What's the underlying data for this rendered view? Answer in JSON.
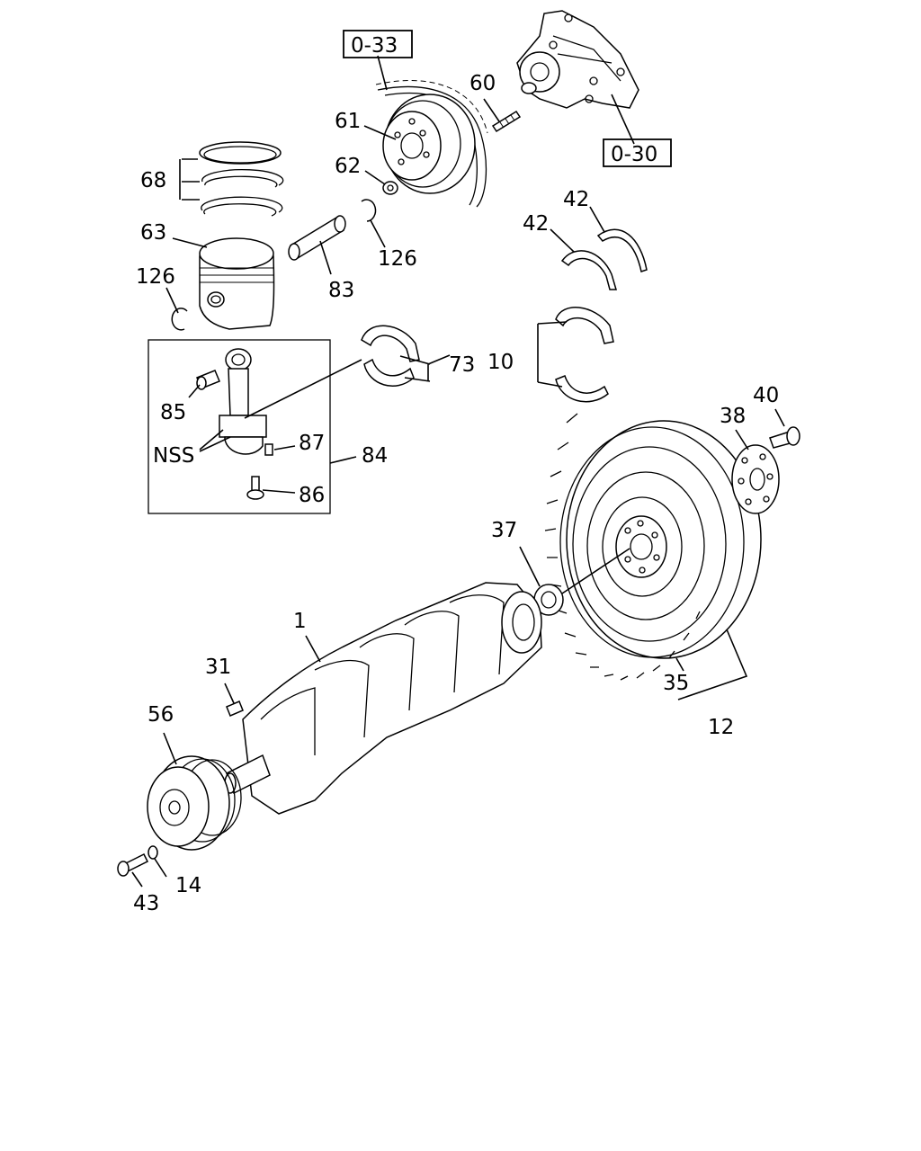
{
  "callouts": {
    "ref_033": "0-33",
    "ref_030": "0-30",
    "p60": "60",
    "p61": "61",
    "p62": "62",
    "p68": "68",
    "p63": "63",
    "p126a": "126",
    "p126b": "126",
    "p83": "83",
    "p42a": "42",
    "p42b": "42",
    "p73": "73",
    "p10": "10",
    "p85": "85",
    "nss": "NSS",
    "p87": "87",
    "p84": "84",
    "p86": "86",
    "p40": "40",
    "p38": "38",
    "p37": "37",
    "p1": "1",
    "p31": "31",
    "p56": "56",
    "p35": "35",
    "p12": "12",
    "p14": "14",
    "p43": "43"
  }
}
